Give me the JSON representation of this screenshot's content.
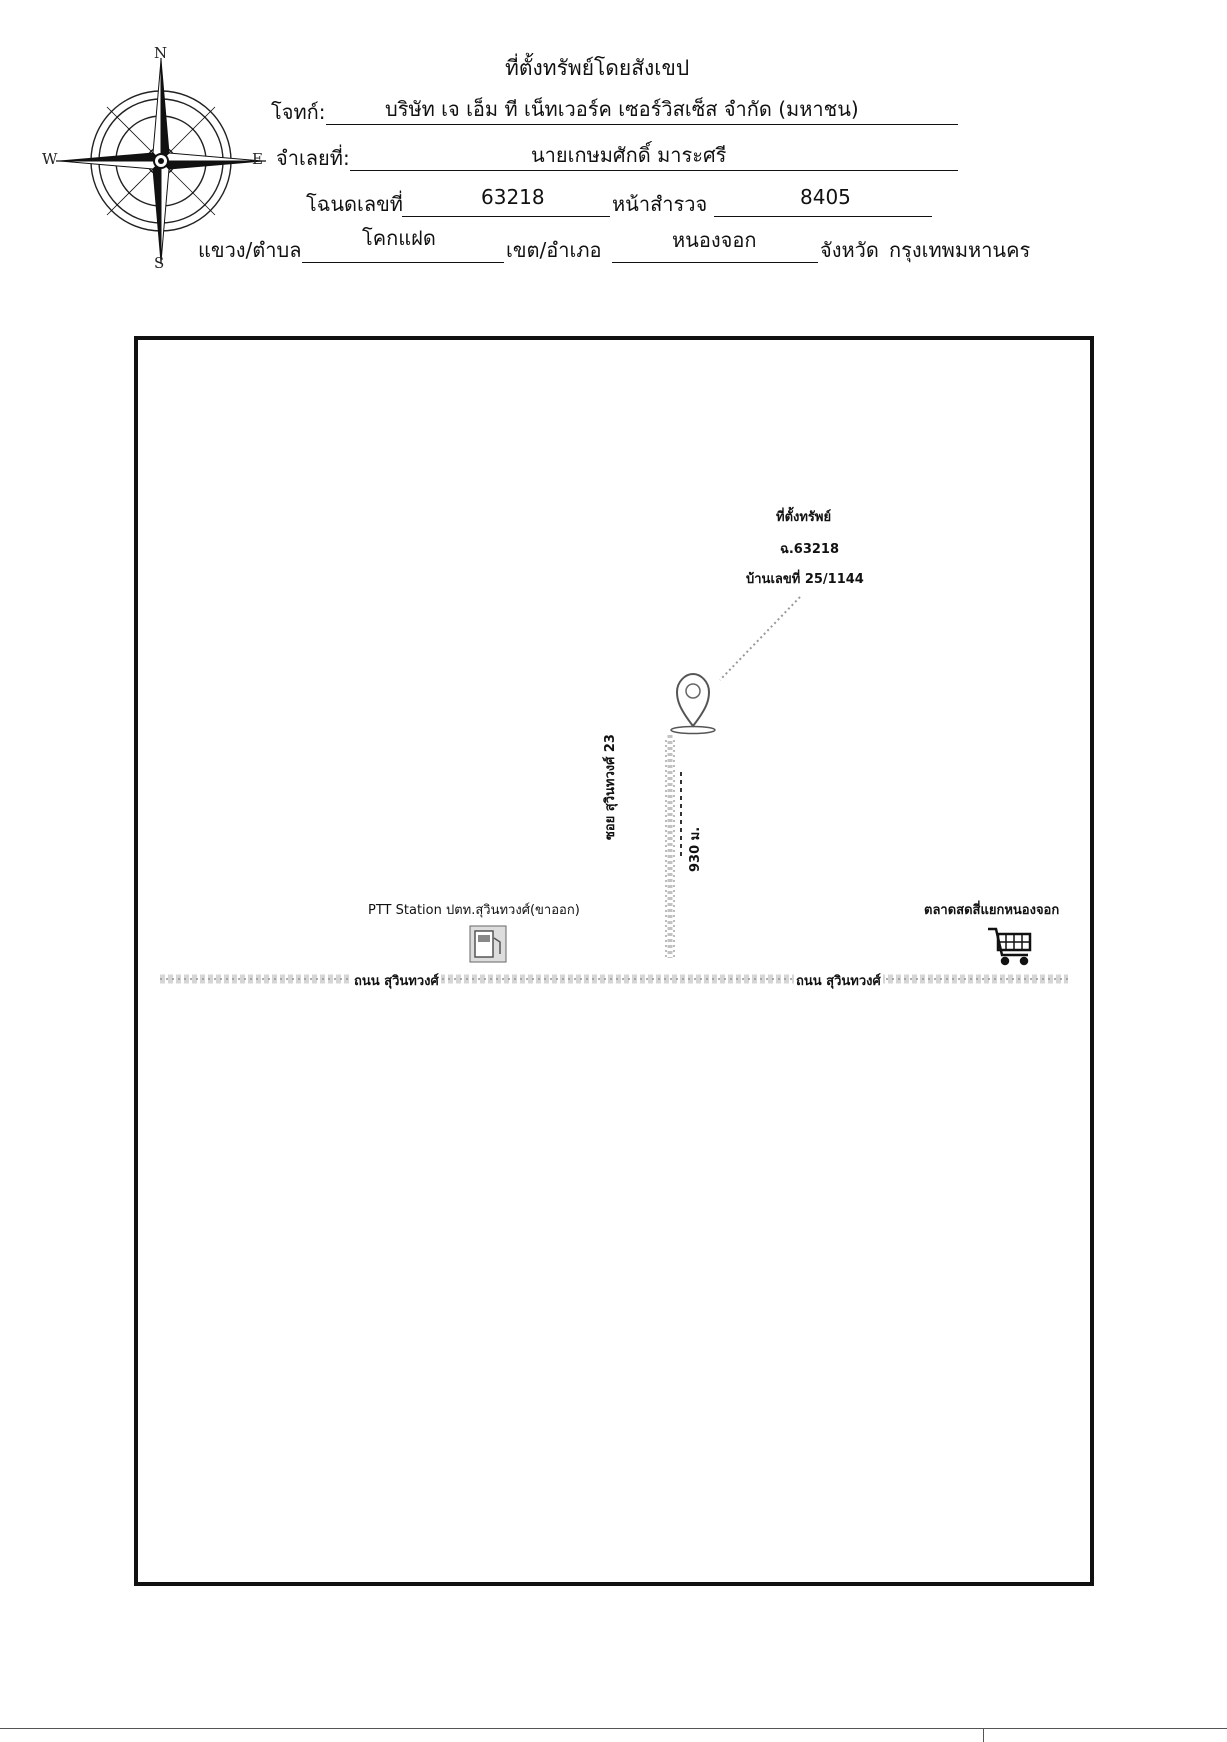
{
  "compass": {
    "north": "N",
    "south": "S",
    "east": "E",
    "west": "W"
  },
  "header": {
    "title": "ที่ตั้งทรัพย์โดยสังเขป",
    "plaintiff_label": "โจทก์:",
    "plaintiff_value": "บริษัท เจ เอ็ม ที เน็ทเวอร์ค เซอร์วิสเซ็ส จำกัด (มหาชน)",
    "defendant_label": "จำเลยที่:",
    "defendant_value": "นายเกษมศักดิ์ มาระศรี",
    "deed_label": "โฉนดเลขที่",
    "deed_value": "63218",
    "survey_label": "หน้าสำรวจ",
    "survey_value": "8405",
    "subdistrict_label": "แขวง/ตำบล",
    "subdistrict_value": "โคกแฝด",
    "district_label": "เขต/อำเภอ",
    "district_value": "หนองจอก",
    "province_label": "จังหวัด",
    "province_value": "กรุงเทพมหานคร"
  },
  "map": {
    "property_title": "ที่ตั้งทรัพย์",
    "property_deed": "ฉ.63218",
    "property_house": "บ้านเลขที่ 25/1144",
    "soi_label": "ซอย สุวินทวงศ์ 23",
    "distance_label": "930 ม.",
    "ptt_label": "PTT Station ปตท.สุวินทวงศ์(ขาออก)",
    "market_label": "ตลาดสดสี่แยกหนองจอก",
    "road_label_left": "ถนน สุวินทวงศ์",
    "road_label_right": "ถนน สุวินทวงศ์",
    "icons": [
      "compass-rose-icon",
      "location-pin-icon",
      "gas-station-icon",
      "shopping-cart-icon"
    ]
  }
}
